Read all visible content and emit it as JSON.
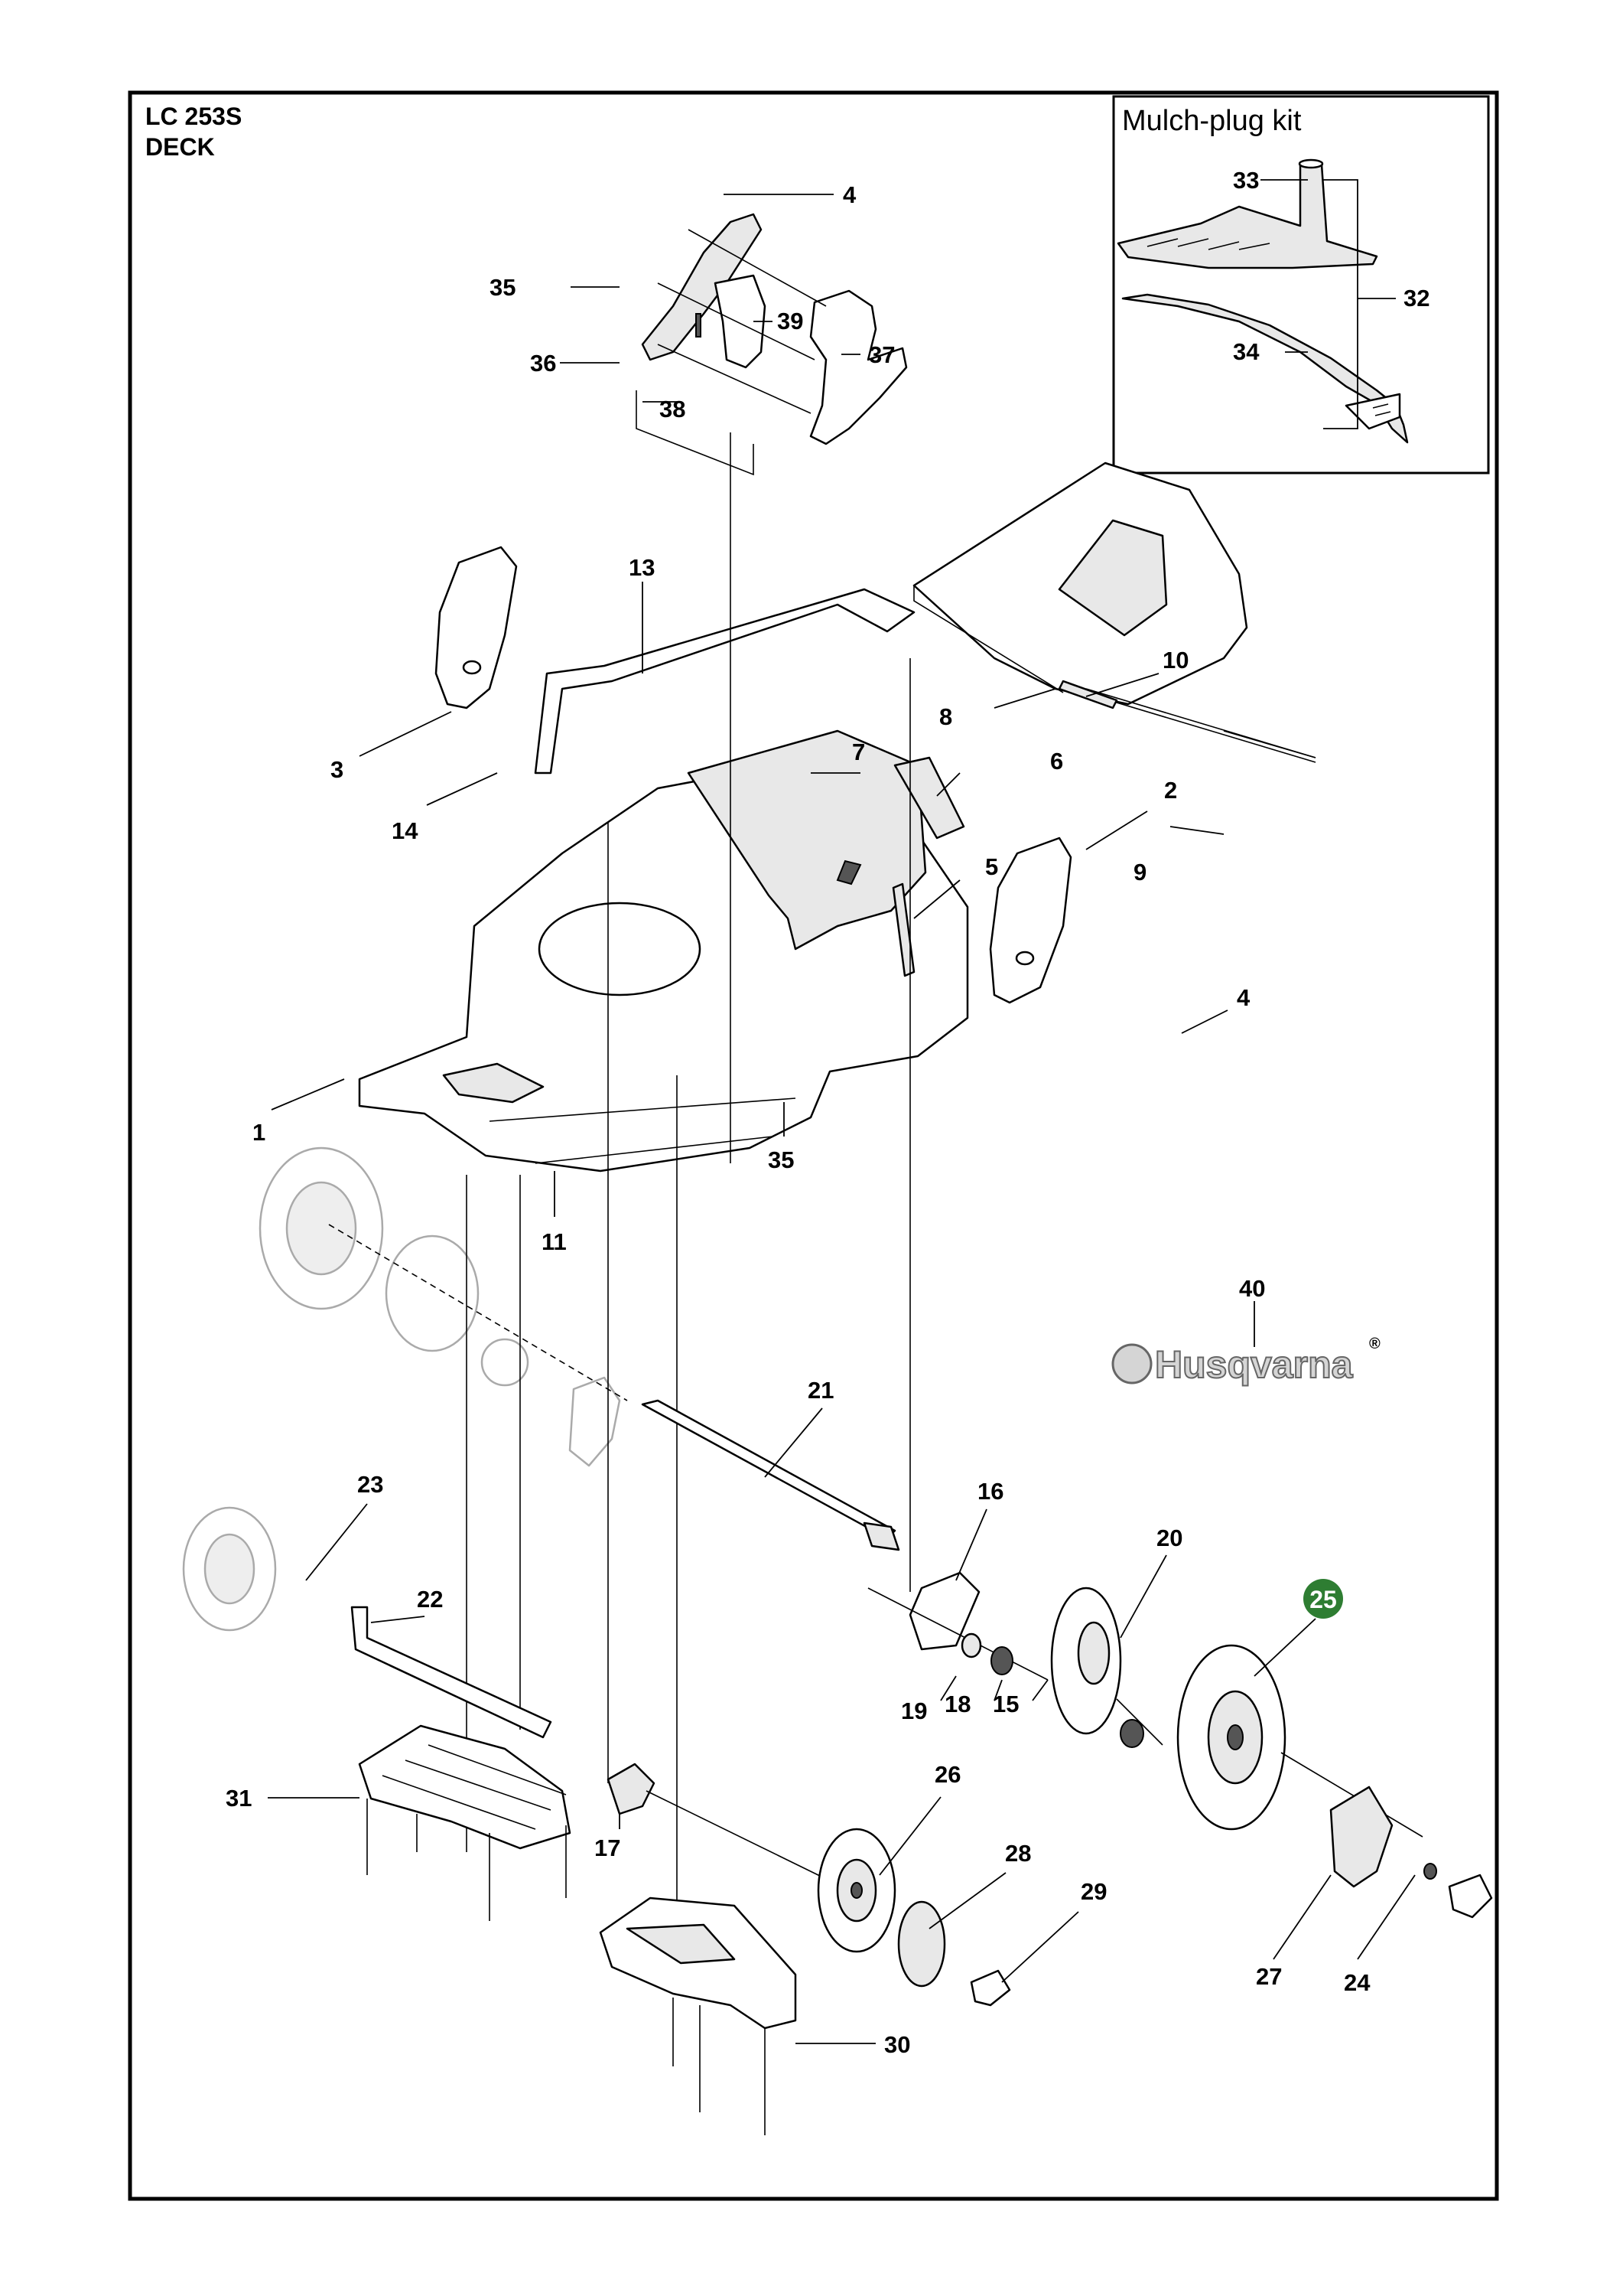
{
  "header": {
    "model": "LC 253S",
    "section": "DECK"
  },
  "inset": {
    "title": "Mulch-plug kit"
  },
  "brand": {
    "logo_text": "Husqvarna",
    "registered_mark": "®"
  },
  "highlight": {
    "part": "25",
    "color": "#2e7d32"
  },
  "callouts": {
    "c1": "1",
    "c2": "2",
    "c3": "3",
    "c4a": "4",
    "c4b": "4",
    "c5": "5",
    "c6": "6",
    "c7": "7",
    "c8": "8",
    "c9": "9",
    "c10": "10",
    "c11": "11",
    "c13": "13",
    "c14": "14",
    "c15": "15",
    "c16": "16",
    "c17": "17",
    "c18": "18",
    "c19": "19",
    "c20": "20",
    "c21": "21",
    "c22": "22",
    "c23": "23",
    "c24": "24",
    "c26": "26",
    "c27": "27",
    "c28": "28",
    "c29": "29",
    "c30": "30",
    "c31": "31",
    "c32": "32",
    "c33": "33",
    "c34": "34",
    "c35a": "35",
    "c35b": "35",
    "c36": "36",
    "c37": "37",
    "c38": "38",
    "c39": "39",
    "c40": "40"
  }
}
